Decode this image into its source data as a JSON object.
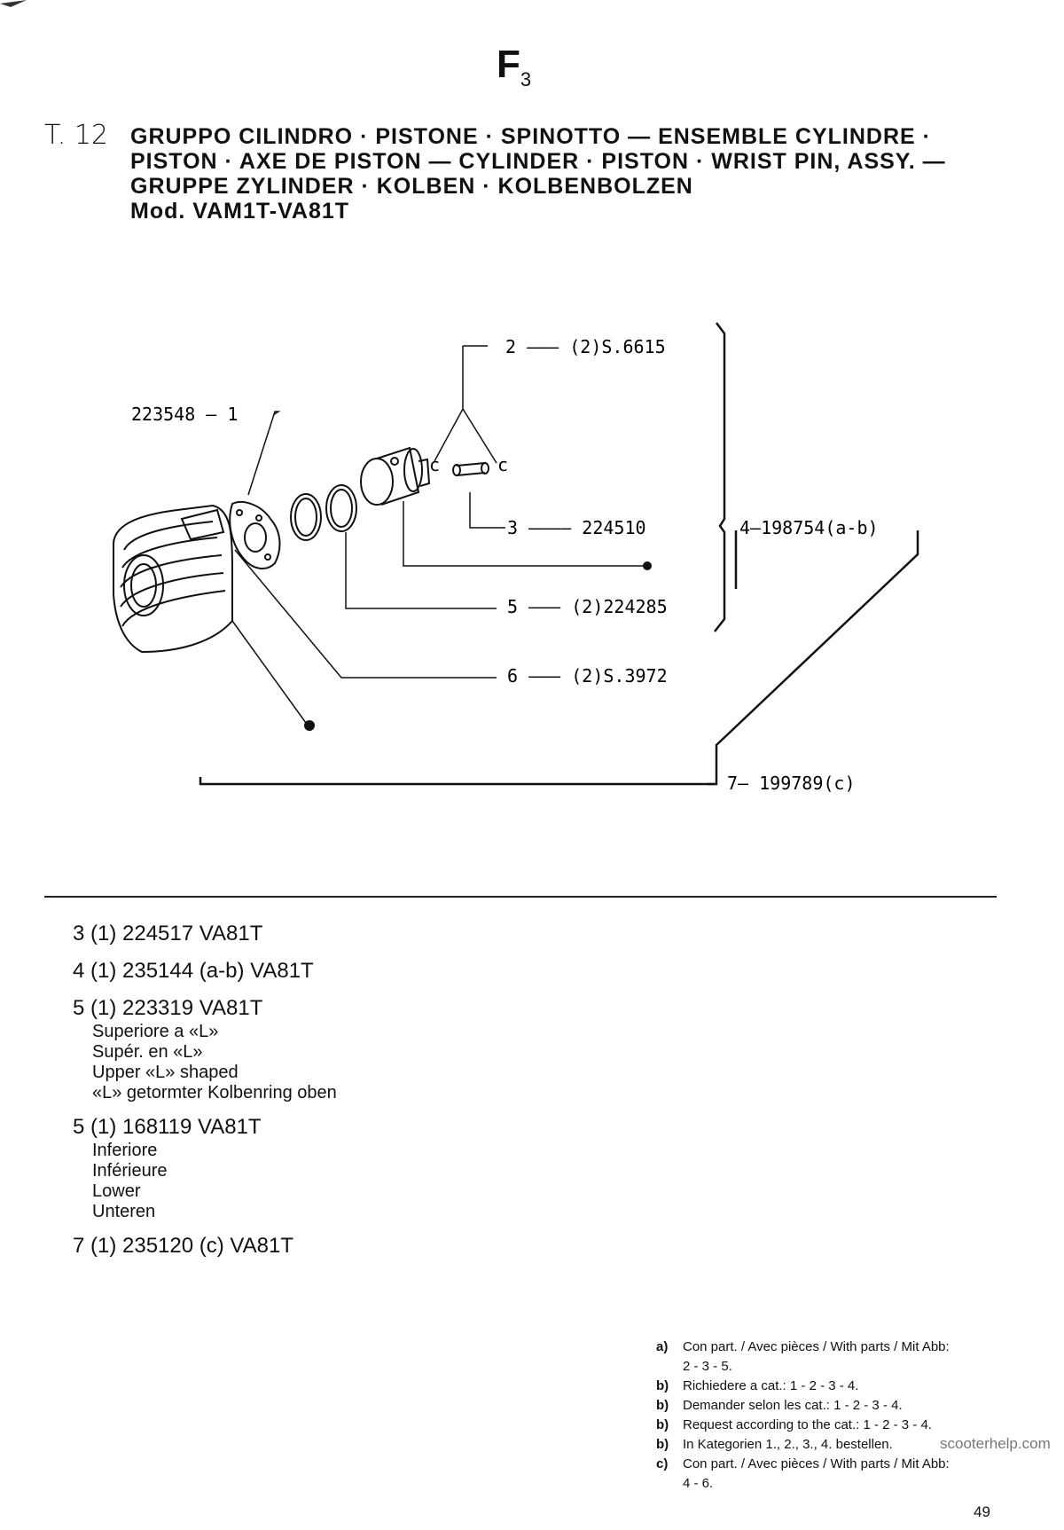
{
  "header": {
    "section_letter": "F",
    "section_number": "3"
  },
  "table_number": "T. 12",
  "title_lines": [
    "GRUPPO CILINDRO · PISTONE · SPINOTTO — ENSEMBLE CYLINDRE ·",
    "PISTON · AXE DE PISTON — CYLINDER · PISTON · WRIST PIN, ASSY. —",
    "GRUPPE ZYLINDER · KOLBEN · KOLBENBOLZEN",
    "Mod. VAM1T-VA81T"
  ],
  "diagram": {
    "callouts": [
      {
        "ref": "1",
        "text": "223548 — 1"
      },
      {
        "ref": "2",
        "text": "2 ——— (2)S.6615"
      },
      {
        "ref": "3",
        "text": "3 ———— 224510"
      },
      {
        "ref": "4",
        "text": "4—198754(a-b)"
      },
      {
        "ref": "5",
        "text": "5 ——— (2)224285"
      },
      {
        "ref": "6",
        "text": "6 ——— (2)S.3972"
      },
      {
        "ref": "7",
        "text": "7— 199789(c)"
      }
    ],
    "clip_label_left": "c",
    "clip_label_right": "c"
  },
  "variants": [
    {
      "code": "3 (1) 224517 VA81T",
      "desc": []
    },
    {
      "code": "4 (1) 235144 (a-b) VA81T",
      "desc": []
    },
    {
      "code": "5 (1) 223319 VA81T",
      "desc": [
        "Superiore a «L»",
        "Supér. en «L»",
        "Upper «L» shaped",
        "«L» getormter Kolbenring oben"
      ]
    },
    {
      "code": "5 (1) 168119 VA81T",
      "desc": [
        "Inferiore",
        "Inférieure",
        "Lower",
        "Unteren"
      ]
    },
    {
      "code": "7 (1) 235120 (c) VA81T",
      "desc": []
    }
  ],
  "notes": [
    {
      "key": "a)",
      "text": "Con part. / Avec pièces / With parts / Mit Abb:\n2 - 3 - 5."
    },
    {
      "key": "b)",
      "text": "Richiedere a cat.: 1 - 2 - 3 - 4."
    },
    {
      "key": "b)",
      "text": "Demander selon les cat.: 1 - 2 - 3 - 4."
    },
    {
      "key": "b)",
      "text": "Request according to the cat.: 1 - 2 - 3 - 4."
    },
    {
      "key": "b)",
      "text": "In Kategorien 1., 2., 3., 4. bestellen."
    },
    {
      "key": "c)",
      "text": "Con part. / Avec pièces / With parts / Mit Abb:\n4 - 6."
    }
  ],
  "watermark": "scooterhelp.com",
  "page_number": "49"
}
